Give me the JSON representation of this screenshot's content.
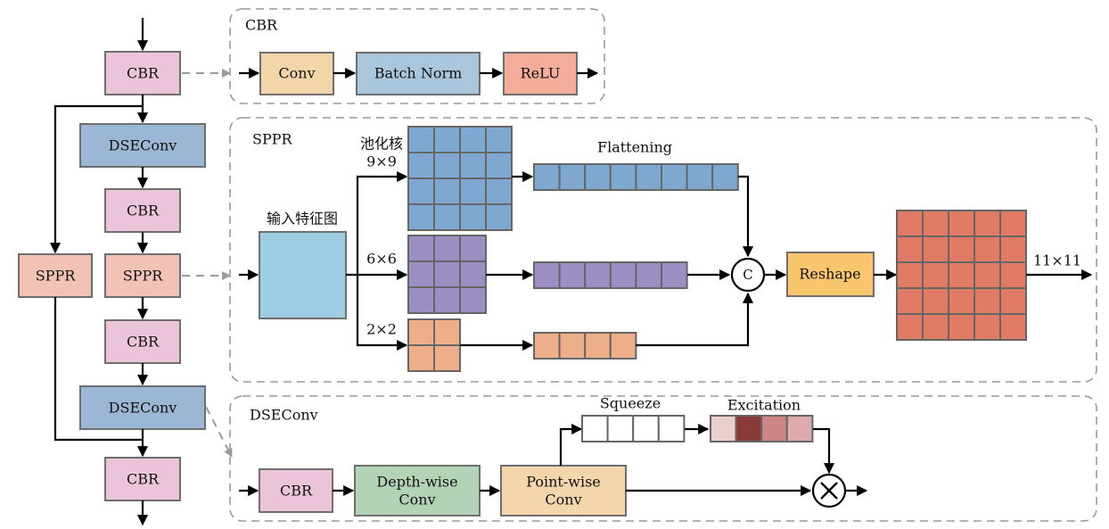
{
  "colors": {
    "cbr": "#ebc4d9",
    "dseconv": "#9cb6d6",
    "sppr": "#f2c3b5",
    "conv": "#f3d5aa",
    "batch_norm": "#a9c6dc",
    "relu": "#f4ad99",
    "input_map": "#9ccde2",
    "pool9": "#7ea8cf",
    "pool6": "#9d8fc4",
    "pool2": "#edaf89",
    "reshape": "#f9c56d",
    "output_grid": "#e27b66",
    "depthwise": "#b3d3b7",
    "pointwise": "#f4d6ac",
    "squeeze": "#ffffff",
    "excitation": [
      "#ebcfcd",
      "#8b3a3a",
      "#cd8585",
      "#ddaaad"
    ]
  },
  "backbone": {
    "main": [
      "CBR",
      "DSEConv",
      "CBR",
      "SPPR",
      "CBR",
      "DSEConv",
      "CBR"
    ],
    "branch": "SPPR"
  },
  "cbr_panel": {
    "title": "CBR",
    "blocks": [
      "Conv",
      "Batch Norm",
      "ReLU"
    ]
  },
  "sppr_panel": {
    "title": "SPPR",
    "input_label": "输入特征图",
    "pool_label_line1": "池化核",
    "pool_label_line2": "9×9",
    "branches": [
      {
        "kernel": "9×9",
        "grid": 4,
        "flat": 8
      },
      {
        "kernel": "6×6",
        "grid": 3,
        "flat": 6
      },
      {
        "kernel": "2×2",
        "grid": 2,
        "flat": 4
      }
    ],
    "flatten_label": "Flattening",
    "concat_symbol": "C",
    "reshape_label": "Reshape",
    "output_grid": 5,
    "output_label": "11×11"
  },
  "dse_panel": {
    "title": "DSEConv",
    "blocks": [
      "CBR",
      "Depth-wise Conv",
      "Point-wise Conv"
    ],
    "depthwise_line1": "Depth-wise",
    "depthwise_line2": "Conv",
    "pointwise_line1": "Point-wise",
    "pointwise_line2": "Conv",
    "squeeze_label": "Squeeze",
    "excitation_label": "Excitation",
    "multiply_symbol": "⊗",
    "squeeze_cells": 4,
    "excitation_cells": 4
  }
}
